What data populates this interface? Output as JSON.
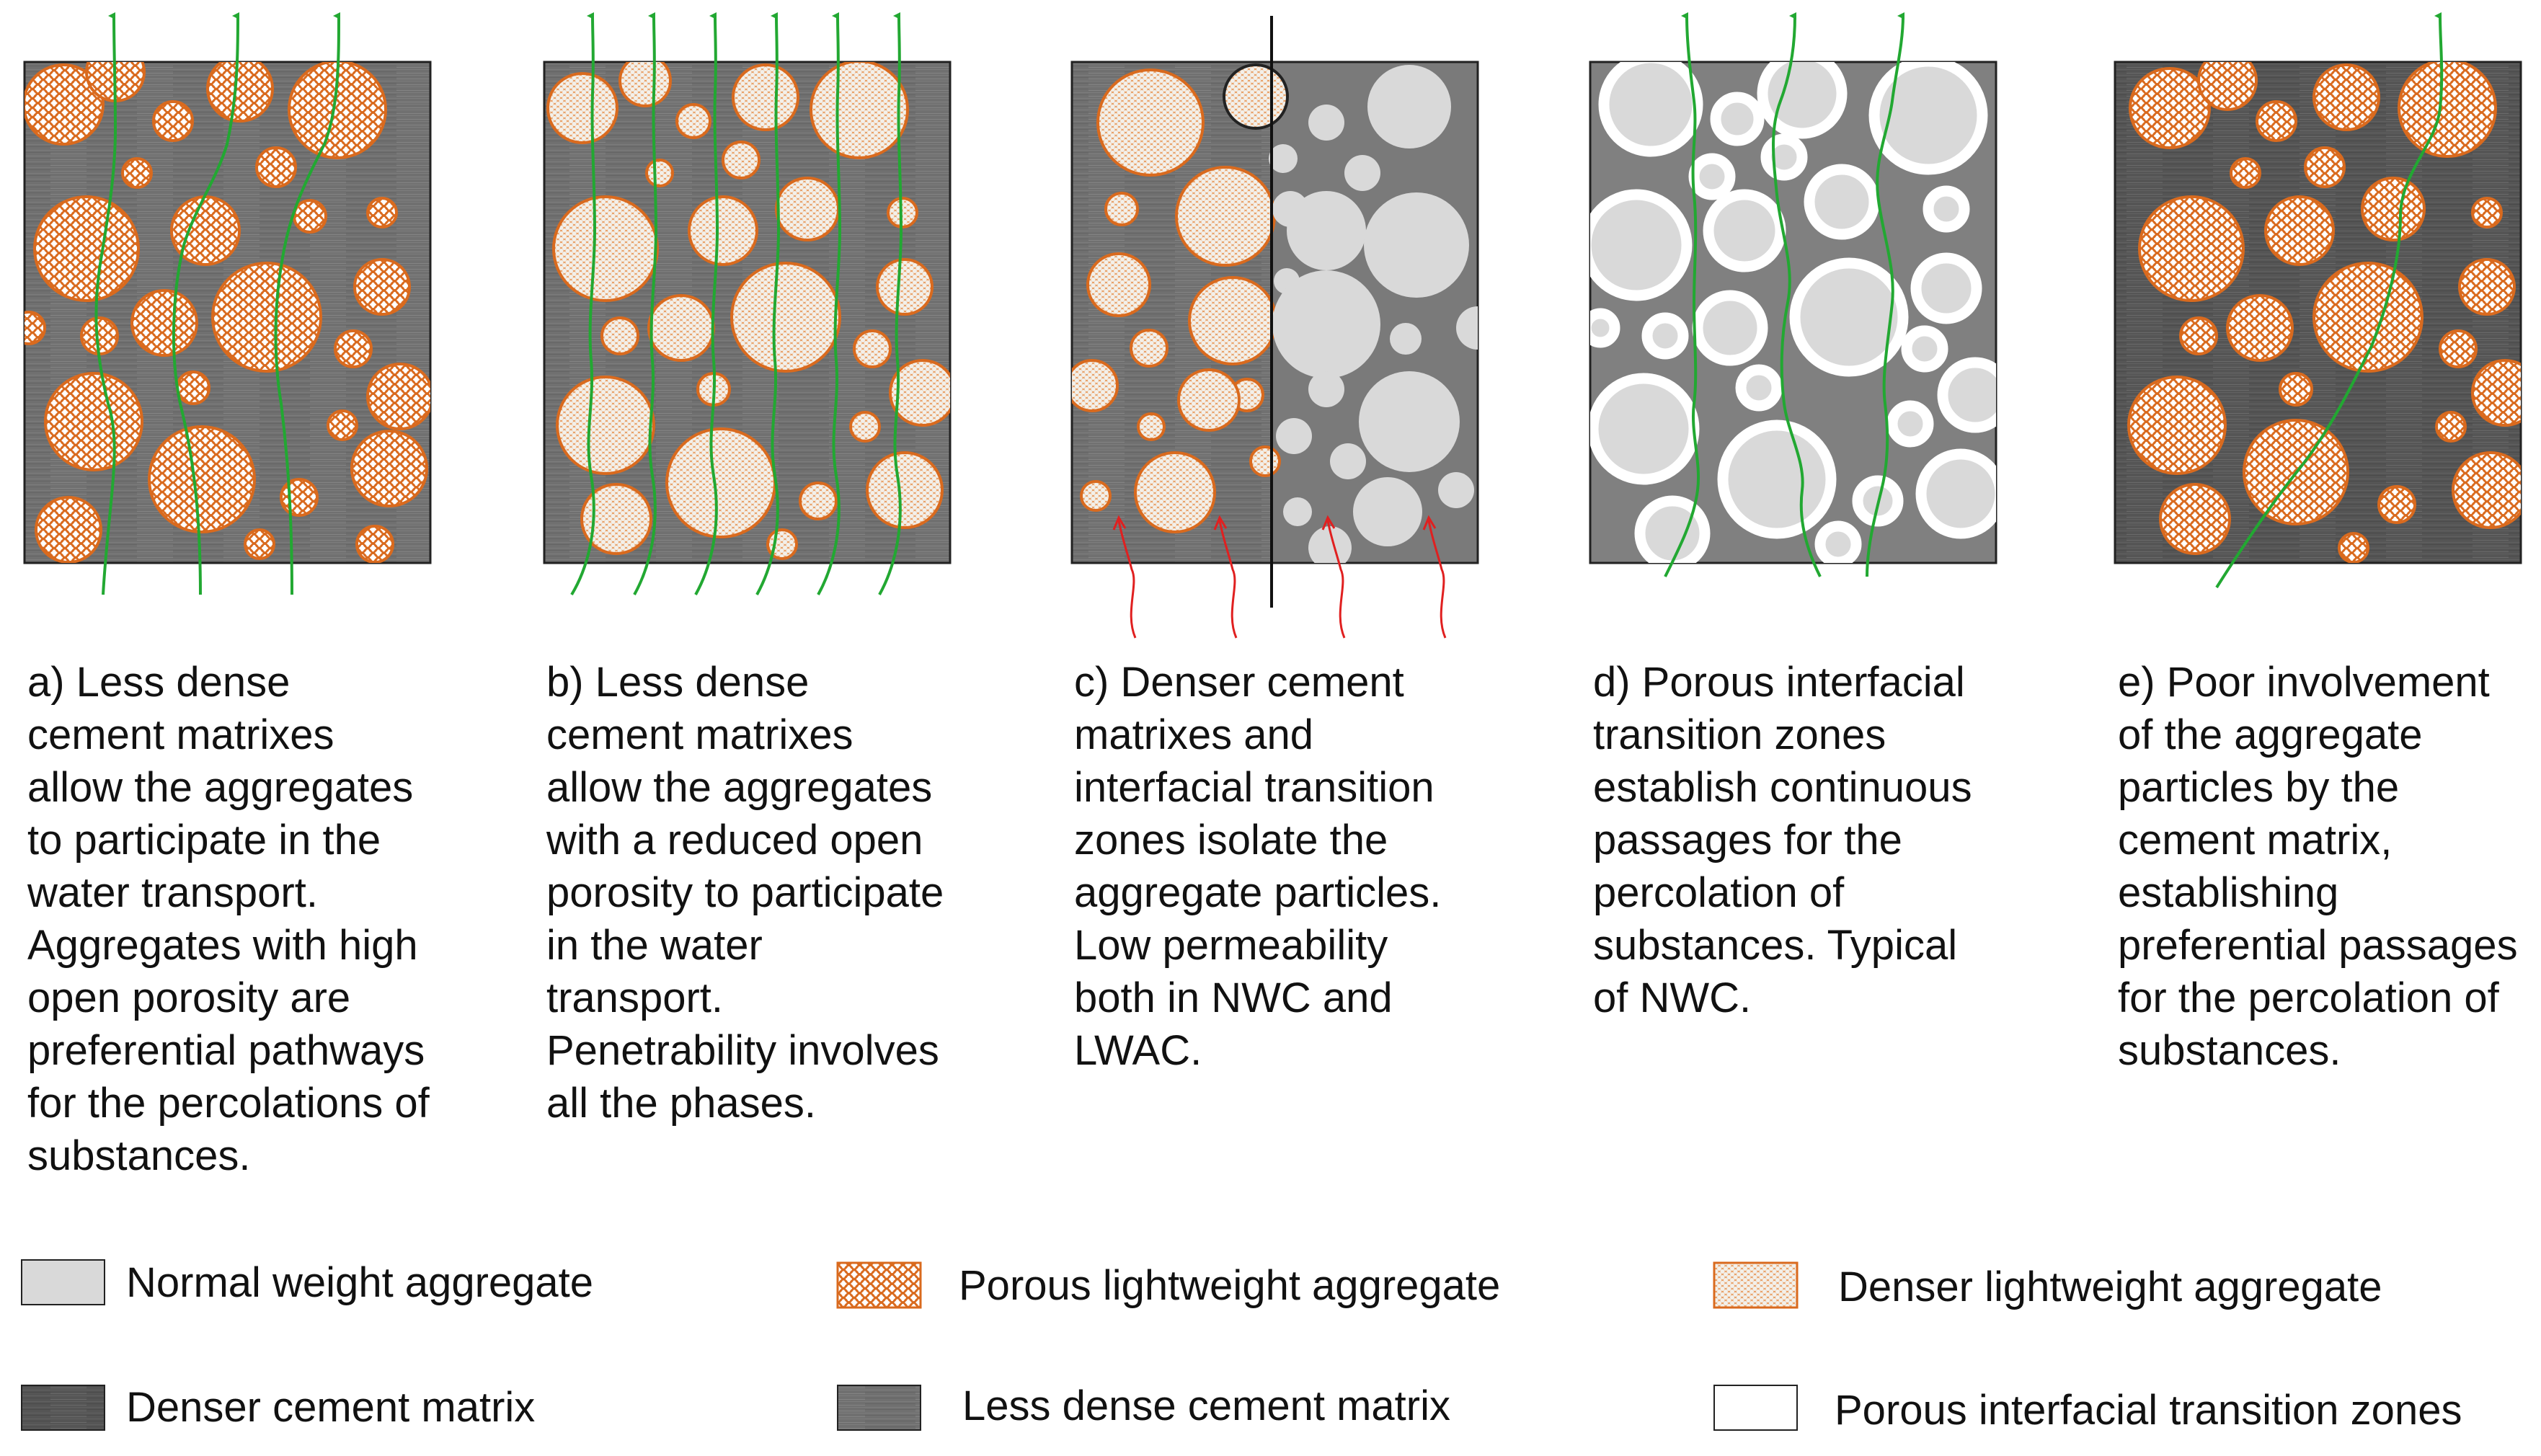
{
  "colors": {
    "accent_orange": "#d96a1e",
    "aggregate_fill": "#ffffff",
    "normal_aggregate": "#d9d9d9",
    "less_dense_matrix": "#6f6f6f",
    "denser_matrix": "#555555",
    "flow_green": "#22a832",
    "flow_red": "#e02020"
  },
  "panels": [
    {
      "id": "a",
      "caption": "a) Less dense cement matrixes allow the aggregates to participate in the water transport. Aggregates with high open porosity are preferential pathways for the percolations of substances."
    },
    {
      "id": "b",
      "caption": "b) Less dense cement matrixes allow the aggregates with a reduced open porosity to participate in the water transport. Penetrability involves all the phases."
    },
    {
      "id": "c",
      "caption": "c) Denser cement matrixes and interfacial transition zones isolate the aggregate particles. Low permeability both in NWC and LWAC."
    },
    {
      "id": "d",
      "caption": "d) Porous interfacial transition zones establish continuous passages for the percolation of substances. Typical of NWC."
    },
    {
      "id": "e",
      "caption": "e) Poor involvement of the aggregate particles by the cement matrix, establishing preferential passages for the percolation of substances."
    }
  ],
  "legend": [
    {
      "swatch": "normal",
      "label": "Normal weight aggregate"
    },
    {
      "swatch": "porous-lwa",
      "label": "Porous lightweight aggregate"
    },
    {
      "swatch": "denser-lwa",
      "label": "Denser lightweight aggregate"
    },
    {
      "swatch": "denser-matrix",
      "label": "Denser cement matrix"
    },
    {
      "swatch": "less-dense-matrix",
      "label": "Less dense cement matrix"
    },
    {
      "swatch": "itz",
      "label": "Porous interfacial transition zones"
    }
  ]
}
